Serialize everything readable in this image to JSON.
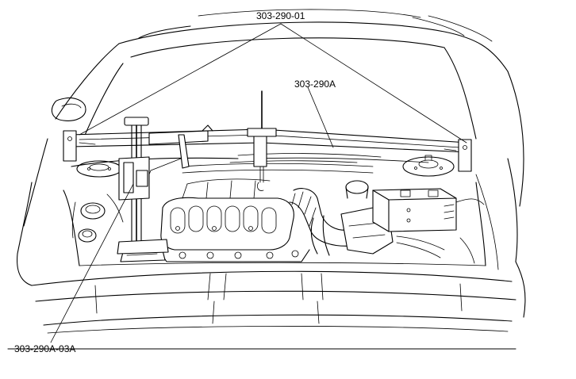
{
  "labels": {
    "tool_top": "303-290-01",
    "bar": "303-290A",
    "support": "303-290A-03A"
  }
}
